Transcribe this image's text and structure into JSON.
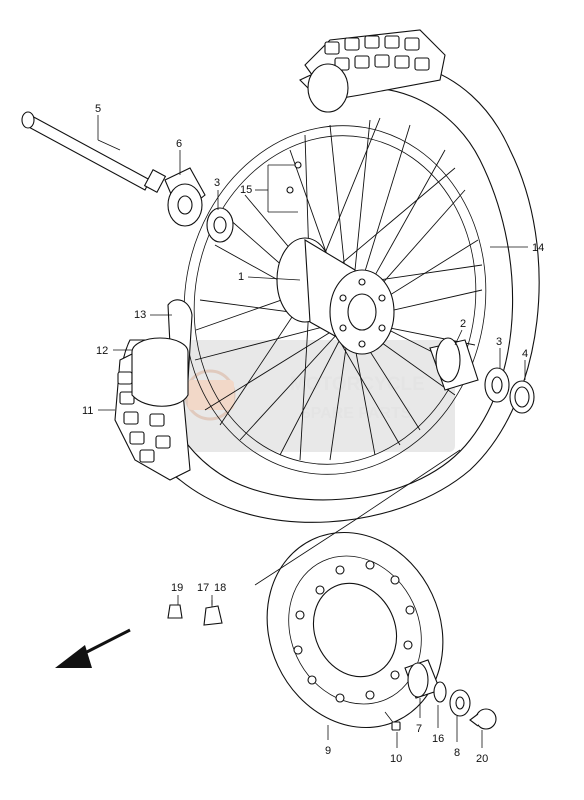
{
  "callouts": {
    "c1": "1",
    "c2": "2",
    "c3a": "3",
    "c3b": "3",
    "c4": "4",
    "c5": "5",
    "c6": "6",
    "c7": "7",
    "c8": "8",
    "c9": "9",
    "c10": "10",
    "c11": "11",
    "c12": "12",
    "c13": "13",
    "c14": "14",
    "c15": "15",
    "c16": "16",
    "c17": "17",
    "c18": "18",
    "c19": "19",
    "c20": "20"
  },
  "watermark": {
    "line1": "MOTORCYCLE",
    "line2": "SPARE PARTS"
  },
  "colors": {
    "ink": "#111111",
    "watermark": "#d0d0d0",
    "logo": "#c8a08a"
  },
  "icons": [
    "front-direction-arrow-icon",
    "watermark-logo-icon"
  ]
}
